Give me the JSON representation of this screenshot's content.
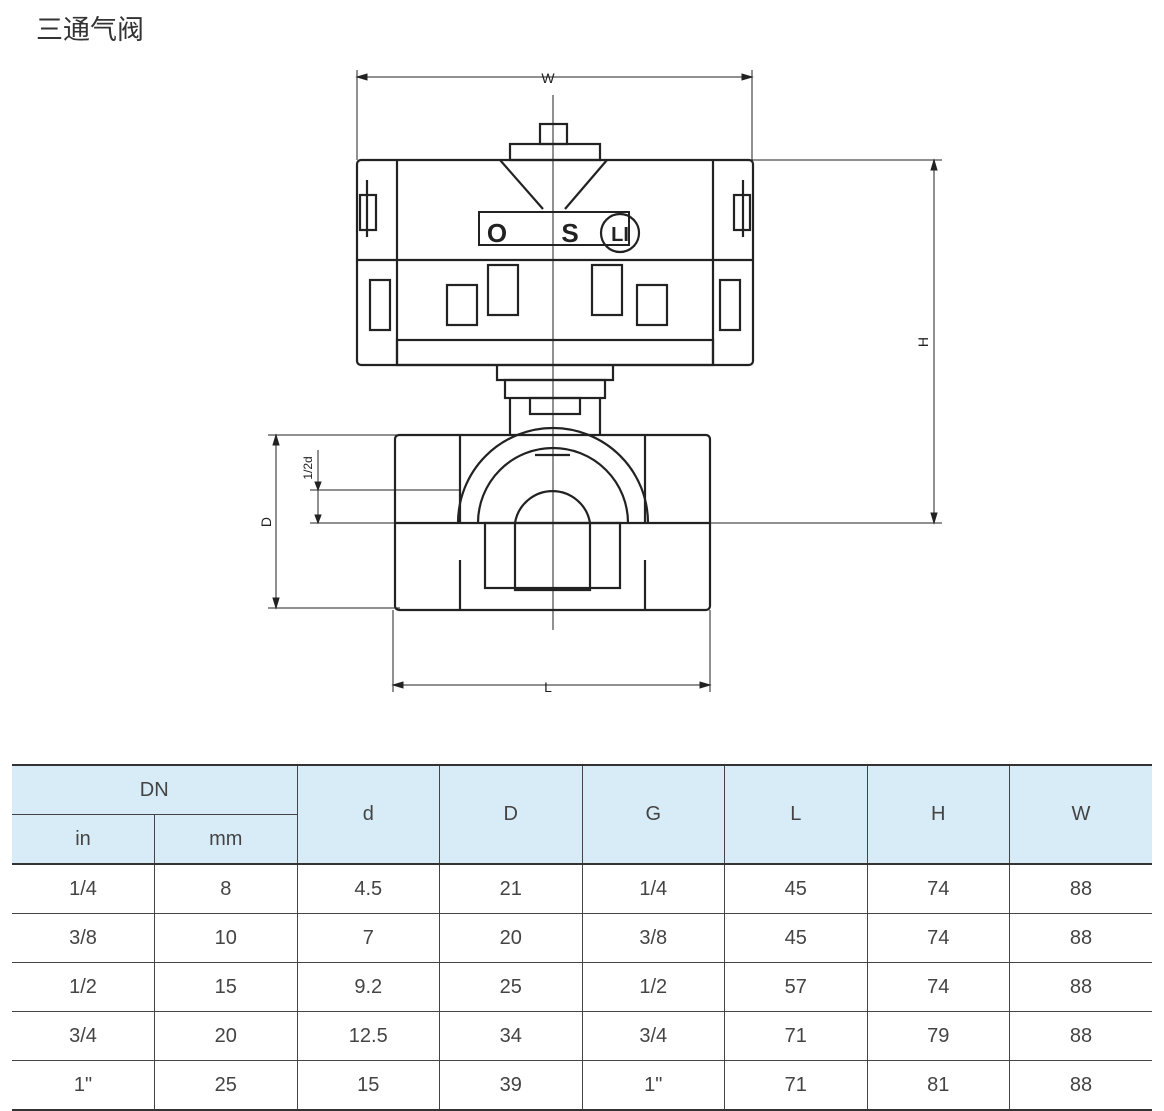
{
  "title": "三通气阀",
  "drawing": {
    "dim_labels": {
      "w": "W",
      "h": "H",
      "d": "D",
      "half_d": "1/2d",
      "l": "L"
    },
    "markings": {
      "o": "O",
      "s": "S",
      "li": "LI"
    }
  },
  "table": {
    "group_header": "DN",
    "sub_headers": [
      "in",
      "mm"
    ],
    "headers": [
      "d",
      "D",
      "G",
      "L",
      "H",
      "W"
    ],
    "rows": [
      [
        "1/4",
        "8",
        "4.5",
        "21",
        "1/4",
        "45",
        "74",
        "88"
      ],
      [
        "3/8",
        "10",
        "7",
        "20",
        "3/8",
        "45",
        "74",
        "88"
      ],
      [
        "1/2",
        "15",
        "9.2",
        "25",
        "1/2",
        "57",
        "74",
        "88"
      ],
      [
        "3/4",
        "20",
        "12.5",
        "34",
        "3/4",
        "71",
        "79",
        "88"
      ],
      [
        "1\"",
        "25",
        "15",
        "39",
        "1\"",
        "71",
        "81",
        "88"
      ]
    ]
  }
}
